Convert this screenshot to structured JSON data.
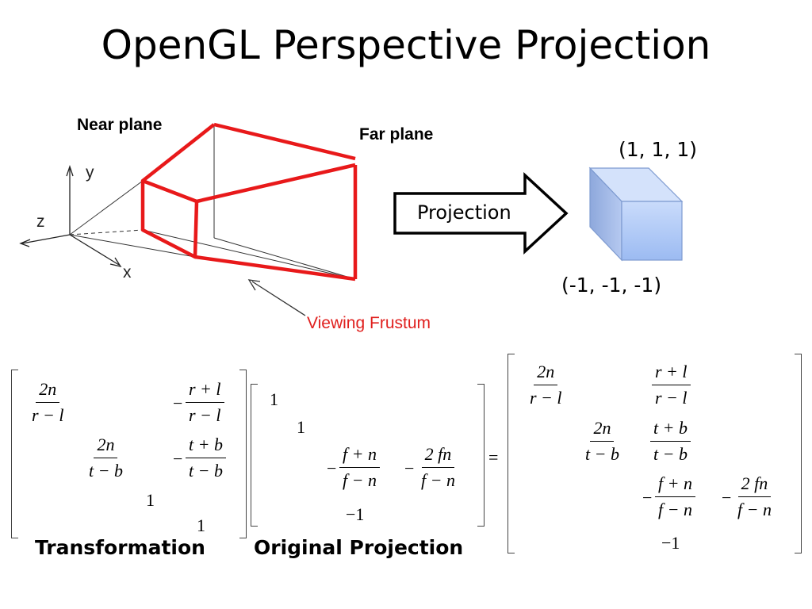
{
  "title": "OpenGL Perspective Projection",
  "diagram": {
    "near_plane": "Near plane",
    "far_plane": "Far plane",
    "axis_y": "y",
    "axis_z": "z",
    "axis_x": "x",
    "frustum_label": "Viewing Frustum",
    "arrow_label": "Projection",
    "cube_top": "(1, 1, 1)",
    "cube_bottom": "(-1, -1, -1)",
    "colors": {
      "frustum": "#e8191a",
      "cube": "#a9c4f2",
      "label_red": "#e0201e"
    }
  },
  "matrices": {
    "transformation": {
      "caption": "Transformation",
      "e00_num": "2n",
      "e00_den": "r − l",
      "e03_num": "r + l",
      "e03_den": "r − l",
      "e11_num": "2n",
      "e11_den": "t − b",
      "e13_num": "t + b",
      "e13_den": "t − b",
      "e22": "1",
      "e33": "1",
      "minus": "−"
    },
    "original": {
      "caption": "Original Projection",
      "e00": "1",
      "e11": "1",
      "e22_num": "f + n",
      "e22_den": "f − n",
      "e23_num": "2 fn",
      "e23_den": "f − n",
      "e32": "−1",
      "minus": "−"
    },
    "equals": "=",
    "result": {
      "e00_num": "2n",
      "e00_den": "r − l",
      "e02_num": "r + l",
      "e02_den": "r − l",
      "e11_num": "2n",
      "e11_den": "t − b",
      "e12_num": "t + b",
      "e12_den": "t − b",
      "e22_num": "f + n",
      "e22_den": "f − n",
      "e23_num": "2 fn",
      "e23_den": "f − n",
      "e32": "−1",
      "minus": "−"
    }
  }
}
